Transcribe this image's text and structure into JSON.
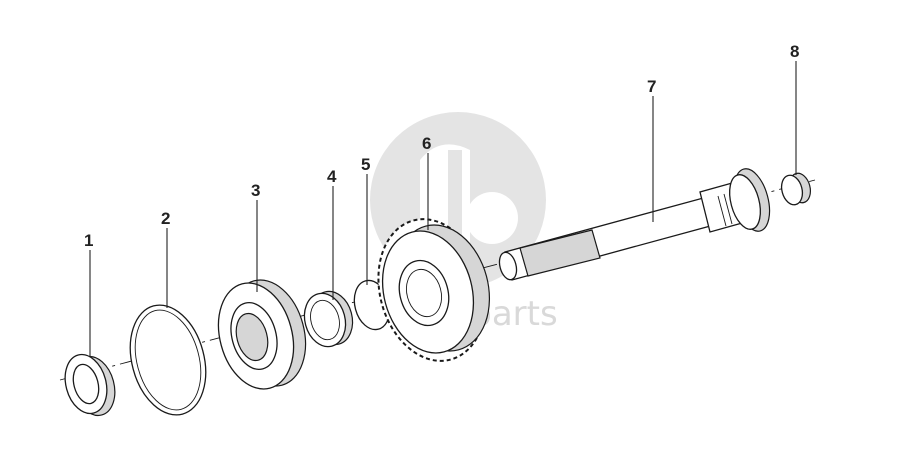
{
  "diagram": {
    "watermark": "-parts",
    "parts": [
      {
        "id": "1",
        "label": "1"
      },
      {
        "id": "2",
        "label": "2"
      },
      {
        "id": "3",
        "label": "3"
      },
      {
        "id": "4",
        "label": "4"
      },
      {
        "id": "5",
        "label": "5"
      },
      {
        "id": "6",
        "label": "6"
      },
      {
        "id": "7",
        "label": "7"
      },
      {
        "id": "8",
        "label": "8"
      }
    ]
  }
}
